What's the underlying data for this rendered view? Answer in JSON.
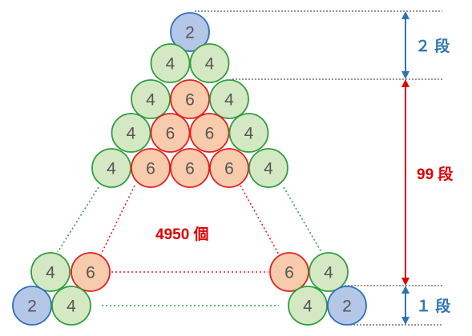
{
  "colors": {
    "blue_fill": "#b4c7e7",
    "blue_stroke": "#2f6ebf",
    "green_fill": "#d5e8c4",
    "green_stroke": "#2e9e3e",
    "red_fill": "#f8cbad",
    "red_stroke": "#e11f1f",
    "dim_blue": "#2f75b6",
    "dim_red": "#e00000",
    "guide": "#555555",
    "green_dots": "#2e9e3e",
    "red_dots": "#e11f1f"
  },
  "labels": {
    "top_levels": "２ 段",
    "middle_levels": "99 段",
    "bottom_levels": "１ 段",
    "count": "4950 個"
  },
  "triangle": {
    "top_rows": [
      [
        "2"
      ],
      [
        "4",
        "4"
      ],
      [
        "4",
        "6",
        "4"
      ],
      [
        "4",
        "6",
        "6",
        "4"
      ],
      [
        "4",
        "6",
        "6",
        "6",
        "4"
      ]
    ],
    "lower_row_left": [
      "4",
      "6"
    ],
    "lower_row_right": [
      "6",
      "4"
    ],
    "bottom_row_left": [
      "2",
      "4"
    ],
    "bottom_row_right": [
      "4",
      "2"
    ]
  }
}
